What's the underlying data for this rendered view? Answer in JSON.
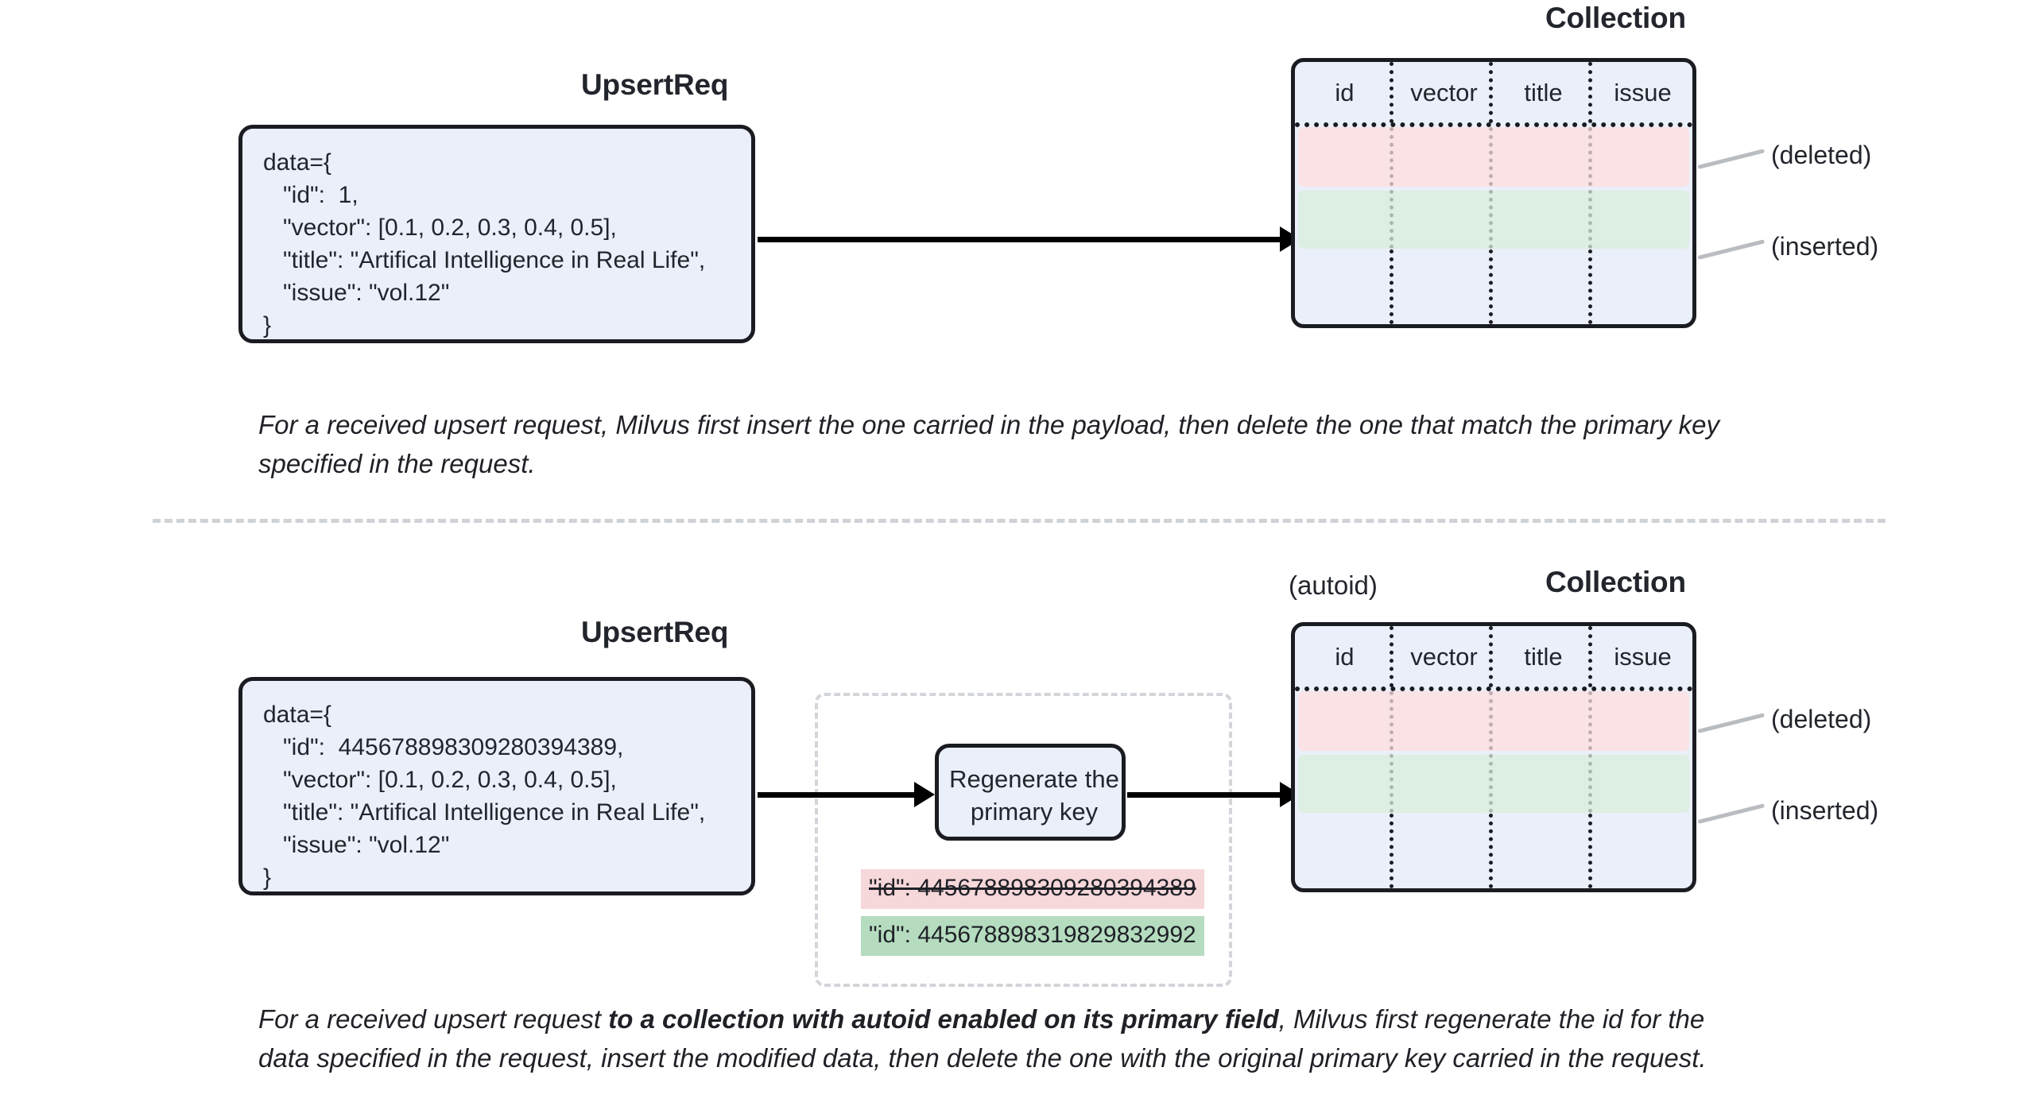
{
  "sections": [
    {
      "id": "basic-upsert",
      "request_title": "UpsertReq",
      "request_body": "data={\n   \"id\":  1,\n   \"vector\": [0.1, 0.2, 0.3, 0.4, 0.5],\n   \"title\": \"Artifical Intelligence in Real Life\",\n   \"issue\": \"vol.12\"\n}",
      "collection_title": "Collection",
      "collection_columns": [
        "id",
        "vector",
        "title",
        "issue"
      ],
      "row_annotations": [
        "(deleted)",
        "(inserted)"
      ],
      "caption_parts": [
        {
          "text": "For a received upsert request, Milvus first insert the one carried in the payload, then delete the one that match the primary key specified in the request.",
          "bold": false
        }
      ]
    },
    {
      "id": "autoid-upsert",
      "request_title": "UpsertReq",
      "request_body": "data={\n   \"id\":  445678898309280394389,\n   \"vector\": [0.1, 0.2, 0.3, 0.4, 0.5],\n   \"title\": \"Artifical Intelligence in Real Life\",\n   \"issue\": \"vol.12\"\n}",
      "process_label": "Regenerate the\nprimary key",
      "diff_old": "\"id\":  445678898309280394389",
      "diff_new": "\"id\":  445678898319829832992",
      "autoid_label": "(autoid)",
      "collection_title": "Collection",
      "collection_columns": [
        "id",
        "vector",
        "title",
        "issue"
      ],
      "row_annotations": [
        "(deleted)",
        "(inserted)"
      ],
      "caption_parts": [
        {
          "text": "For a received upsert request ",
          "bold": false
        },
        {
          "text": "to a collection with autoid enabled on its primary field",
          "bold": true
        },
        {
          "text": ", Milvus first regenerate the id for the data specified in the request, insert the modified data, then delete the one with the original primary key carried in the request.",
          "bold": false
        }
      ]
    }
  ],
  "colors": {
    "box_fill": "#eaeff9",
    "box_stroke": "#1a1c22",
    "deleted_row": "#fae2e5",
    "inserted_row": "#dcefe2",
    "diff_deleted_chip": "#f6d7da",
    "diff_inserted_chip": "#b5dcbf",
    "leader_line": "#b9bcc0",
    "divider": "#cfd2d6",
    "text": "#22252c"
  }
}
